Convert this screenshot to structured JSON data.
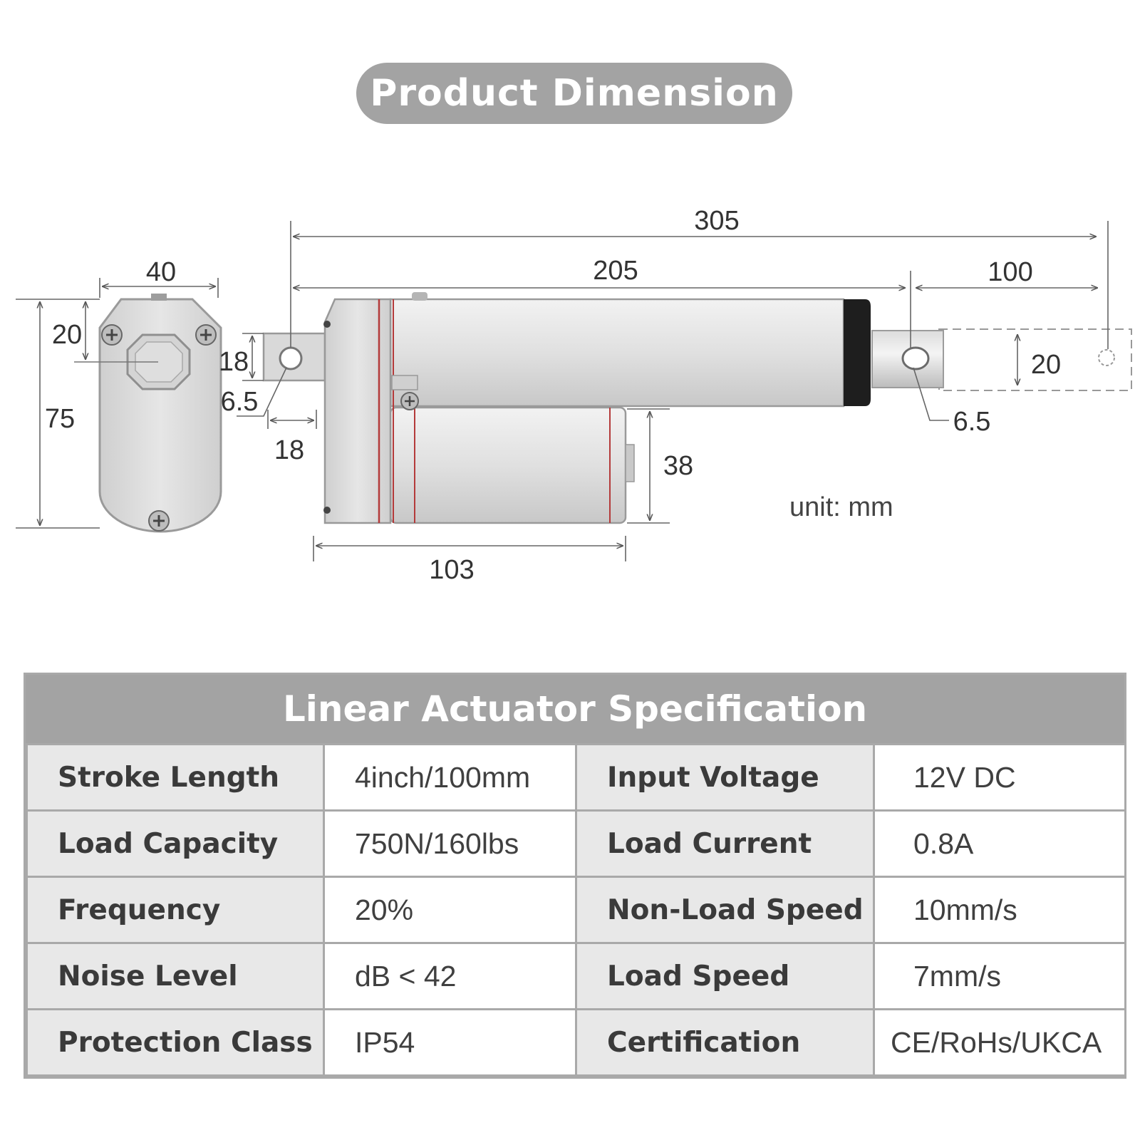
{
  "header": {
    "title": "Product Dimension"
  },
  "drawing": {
    "unit_label": "unit: mm",
    "dimensions": {
      "front_width": "40",
      "front_height": "75",
      "front_center_offset": "20",
      "total_length": "305",
      "retracted_length": "205",
      "stroke": "100",
      "rear_mount_height": "18",
      "rear_hole_dia": "6.5",
      "rear_mount_width": "18",
      "motor_height": "38",
      "motor_length": "103",
      "rod_diameter": "20",
      "rod_hole_dia": "6.5"
    }
  },
  "spec": {
    "title": "Linear Actuator Specification",
    "rows": [
      {
        "l1": "Stroke Length",
        "v1": "4inch/100mm",
        "l2": "Input Voltage",
        "v2": "12V DC"
      },
      {
        "l1": "Load Capacity",
        "v1": "750N/160lbs",
        "l2": "Load Current",
        "v2": "0.8A"
      },
      {
        "l1": "Frequency",
        "v1": "20%",
        "l2": "Non-Load Speed",
        "v2": "10mm/s"
      },
      {
        "l1": "Noise Level",
        "v1": "dB < 42",
        "l2": "Load Speed",
        "v2": "7mm/s"
      },
      {
        "l1": "Protection Class",
        "v1": "IP54",
        "l2": "Certification",
        "v2": "CE/RoHs/UKCA"
      }
    ]
  }
}
